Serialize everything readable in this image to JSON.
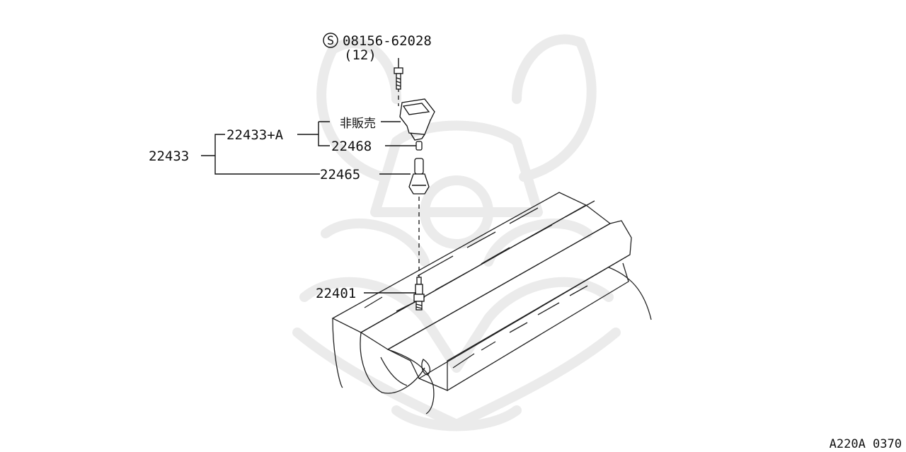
{
  "diagram": {
    "bolt_spec": {
      "symbol": "S",
      "part_number": "08156-62028",
      "quantity": "(12)"
    },
    "labels": {
      "group_main": "22433",
      "group_sub": "22433+A",
      "not_for_sale": "非販売",
      "part_22468": "22468",
      "part_22465": "22465",
      "part_22401": "22401"
    },
    "figure_code": "A220A 0370"
  }
}
